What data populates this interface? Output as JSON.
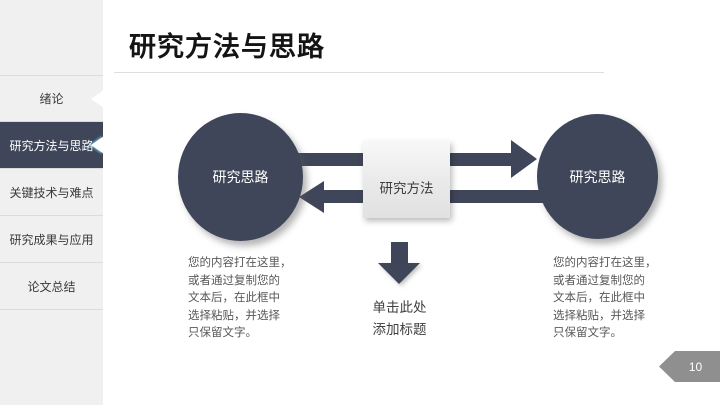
{
  "slide": {
    "title": "研究方法与思路",
    "page_number": "10"
  },
  "sidebar": {
    "items": [
      {
        "label": "绪论",
        "selected": false
      },
      {
        "label": "研究方法与思路",
        "selected": true
      },
      {
        "label": "关键技术与难点",
        "selected": false
      },
      {
        "label": "研究成果与应用",
        "selected": false
      },
      {
        "label": "论文总结",
        "selected": false
      }
    ]
  },
  "diagram": {
    "left_circle_label": "研究思路",
    "center_box_label": "研究方法",
    "right_circle_label": "研究思路",
    "left_caption": "您的内容打在这里，\n或者通过复制您的\n文本后，在此框中\n选择粘贴，并选择\n只保留文字。",
    "right_caption": "您的内容打在这里，\n或者通过复制您的\n文本后，在此框中\n选择粘贴，并选择\n只保留文字。",
    "down_arrow_caption": "单击此处\n添加标题"
  },
  "colors": {
    "accent_dark": "#404659",
    "sidebar_bg": "#f0f0f0",
    "divider": "#dcdcdc",
    "badge_gray": "#8f8f8f"
  }
}
